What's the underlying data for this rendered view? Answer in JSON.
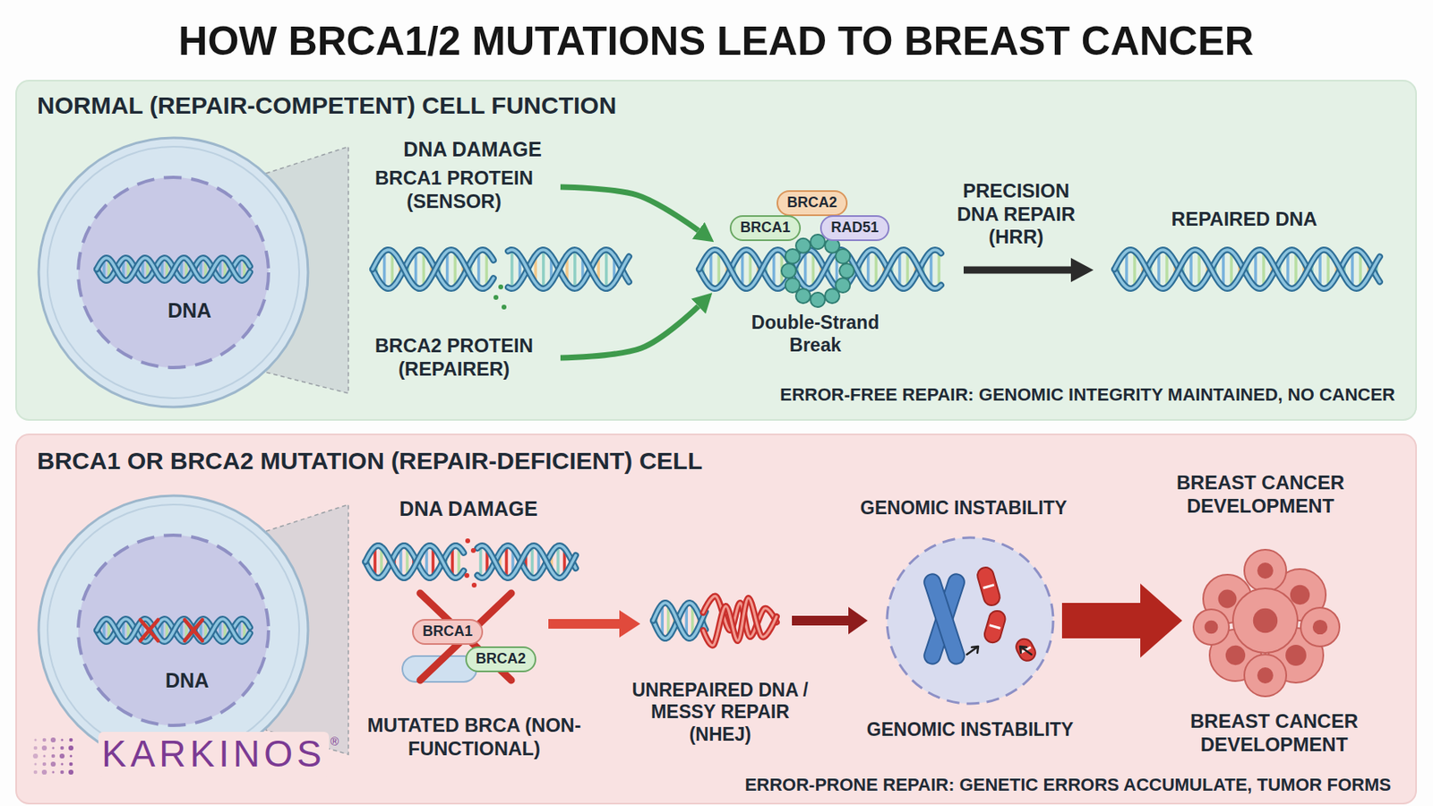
{
  "diagram": {
    "title": "HOW BRCA1/2 MUTATIONS LEAD TO BREAST CANCER",
    "nodes": [
      {
        "text": [
          "NORMAL (REPAIR-COMPETENT) CELL FUNCTION",
          "ERROR-FREE REPAIR: GENOMIC INTEGRITY MAINTAINED, NO CANCER"
        ]
      },
      {
        "text": [
          "DNA"
        ],
        "in": 0
      },
      {
        "text": [
          "BRCA2"
        ],
        "in": 0
      },
      {
        "text": [
          "BRCA1"
        ],
        "in": 0
      },
      {
        "text": [
          "RAD51"
        ],
        "in": 0
      },
      {
        "text": [
          "BRCA1 OR BRCA2 MUTATION (REPAIR-DEFICIENT) CELL",
          "ERROR-PRONE REPAIR: GENETIC ERRORS ACCUMULATE, TUMOR FORMS"
        ]
      },
      {
        "text": [
          "DNA"
        ],
        "in": 5
      },
      {
        "text": [
          "BRCA1"
        ],
        "in": 5
      },
      {
        "text": [
          "BRCA2"
        ],
        "in": 5
      },
      {
        "text": [
          "GENOMIC INSTABILITY",
          "GENOMIC INSTABILITY"
        ],
        "in": 5
      },
      {
        "text": [
          "BREAST CANCER DEVELOPMENT",
          "BREAST CANCER DEVELOPMENT"
        ],
        "in": 5
      }
    ],
    "edges": [
      {
        "from": 9,
        "to": 10,
        "arrow": "to"
      }
    ],
    "labels": [
      "DNA DAMAGE",
      "BRCA1 PROTEIN (SENSOR)",
      "BRCA2 PROTEIN (REPAIRER)",
      "Double-Strand Break",
      "PRECISION DNA REPAIR (HRR)",
      "REPAIRED DNA",
      "DNA DAMAGE",
      "MUTATED BRCA (NON-FUNCTIONAL)",
      "UNREPAIRED DNA / MESSY REPAIR (NHEJ)",
      "KARKINOS",
      "®"
    ]
  }
}
